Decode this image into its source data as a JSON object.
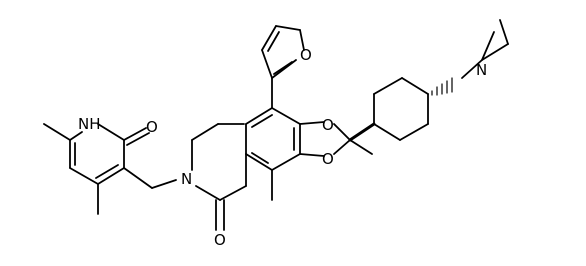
{
  "labels": {
    "nh": "NH",
    "o_pyridone": "O",
    "o_ketone": "O",
    "n_ring": "N",
    "o_dioxole_top": "O",
    "o_dioxole_bottom": "O",
    "o_furan": "O",
    "n_amine": "N"
  }
}
